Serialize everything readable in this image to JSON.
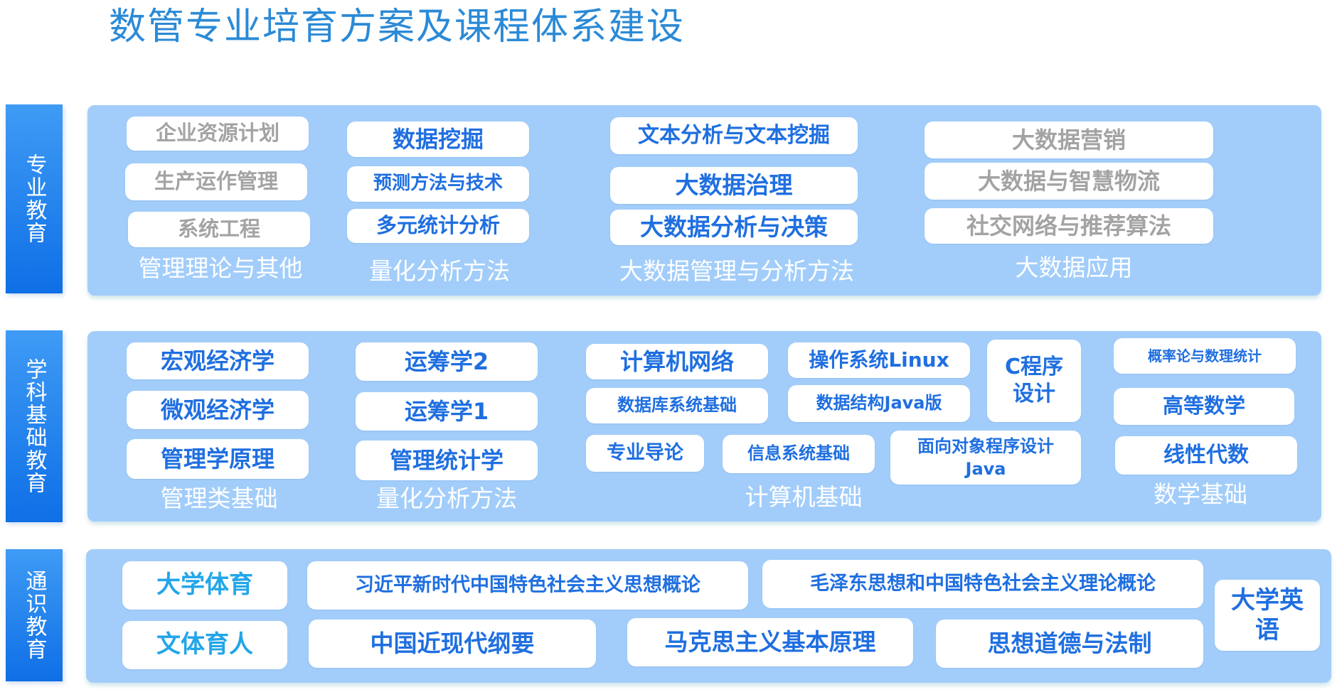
{
  "title": "数管专业培育方案及课程体系建设",
  "sections": {
    "professional": {
      "label": "专业教育",
      "categories": [
        "管理理论与其他",
        "量化分析方法",
        "大数据管理与分析方法",
        "大数据应用"
      ],
      "courses": [
        "企业资源计划",
        "生产运作管理",
        "系统工程",
        "数据挖掘",
        "预测方法与技术",
        "多元统计分析",
        "文本分析与文本挖掘",
        "大数据治理",
        "大数据分析与决策",
        "大数据营销",
        "大数据与智慧物流",
        "社交网络与推荐算法"
      ]
    },
    "foundation": {
      "label": "学科基础教育",
      "categories": [
        "管理类基础",
        "量化分析方法",
        "计算机基础",
        "数学基础"
      ],
      "courses": [
        "宏观经济学",
        "微观经济学",
        "管理学原理",
        "运筹学2",
        "运筹学1",
        "管理统计学",
        "计算机网络",
        "操作系统Linux",
        "C程序设计",
        "数据库系统基础",
        "数据结构Java版",
        "专业导论",
        "信息系统基础",
        "面向对象程序设计Java",
        "概率论与数理统计",
        "高等数学",
        "线性代数"
      ]
    },
    "general": {
      "label": "通识教育",
      "courses": [
        "大学体育",
        "文体育人",
        "习近平新时代中国特色社会主义思想概论",
        "毛泽东思想和中国特色社会主义理论概论",
        "中国近现代纲要",
        "马克思主义基本原理",
        "思想道德与法制",
        "大学英语"
      ]
    }
  },
  "colors": {
    "title": "#2b8ad6",
    "panel": "#a2cdfa",
    "side_bar": "#1f7ff0",
    "course_blue": "#1f6fe0",
    "course_gray": "#a3a3a3",
    "course_cyan": "#22a6e8"
  }
}
